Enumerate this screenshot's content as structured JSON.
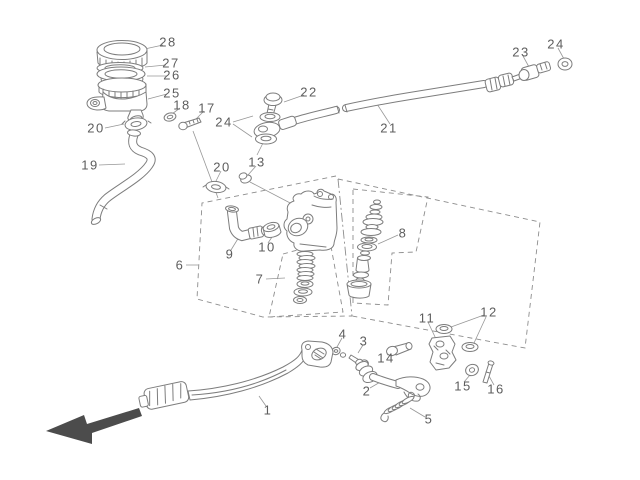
{
  "colors": {
    "background": "#ffffff",
    "line": "#7d7d7d",
    "dashed_box": "#8d8d8d",
    "label_text": "#5d5d5d",
    "arrow_fill": "#4c4c4c"
  },
  "callouts": [
    {
      "id": "28",
      "text": "28"
    },
    {
      "id": "27",
      "text": "27"
    },
    {
      "id": "26",
      "text": "26"
    },
    {
      "id": "25",
      "text": "25"
    },
    {
      "id": "18",
      "text": "18"
    },
    {
      "id": "17",
      "text": "17"
    },
    {
      "id": "24-left",
      "text": "24"
    },
    {
      "id": "20-left",
      "text": "20"
    },
    {
      "id": "19",
      "text": "19"
    },
    {
      "id": "22",
      "text": "22"
    },
    {
      "id": "21",
      "text": "21"
    },
    {
      "id": "23",
      "text": "23"
    },
    {
      "id": "24-right",
      "text": "24"
    },
    {
      "id": "13",
      "text": "13"
    },
    {
      "id": "20-mid",
      "text": "20"
    },
    {
      "id": "9",
      "text": "9"
    },
    {
      "id": "10",
      "text": "10"
    },
    {
      "id": "6",
      "text": "6"
    },
    {
      "id": "7",
      "text": "7"
    },
    {
      "id": "8",
      "text": "8"
    },
    {
      "id": "11",
      "text": "11"
    },
    {
      "id": "12",
      "text": "12"
    },
    {
      "id": "14",
      "text": "14"
    },
    {
      "id": "4",
      "text": "4"
    },
    {
      "id": "3",
      "text": "3"
    },
    {
      "id": "2",
      "text": "2"
    },
    {
      "id": "15",
      "text": "15"
    },
    {
      "id": "16",
      "text": "16"
    },
    {
      "id": "5",
      "text": "5"
    },
    {
      "id": "1",
      "text": "1"
    }
  ]
}
